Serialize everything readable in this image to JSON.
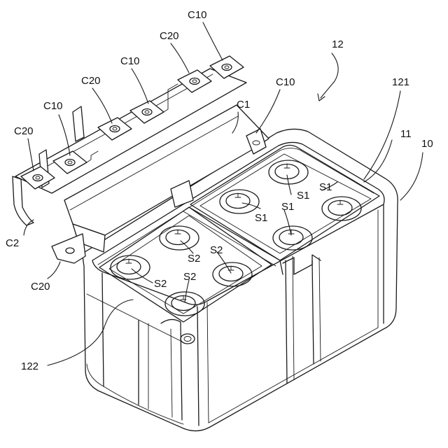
{
  "figure": {
    "labels": {
      "fig_ref": "12",
      "case": "10",
      "holder": "11",
      "pocket_right": "121",
      "pocket_left": "122",
      "busbar_main": "C1",
      "busbar_side": "C2",
      "terminal_a": "C10",
      "terminal_b": "C20",
      "cell_s1": "S1",
      "cell_s2": "S2"
    }
  }
}
